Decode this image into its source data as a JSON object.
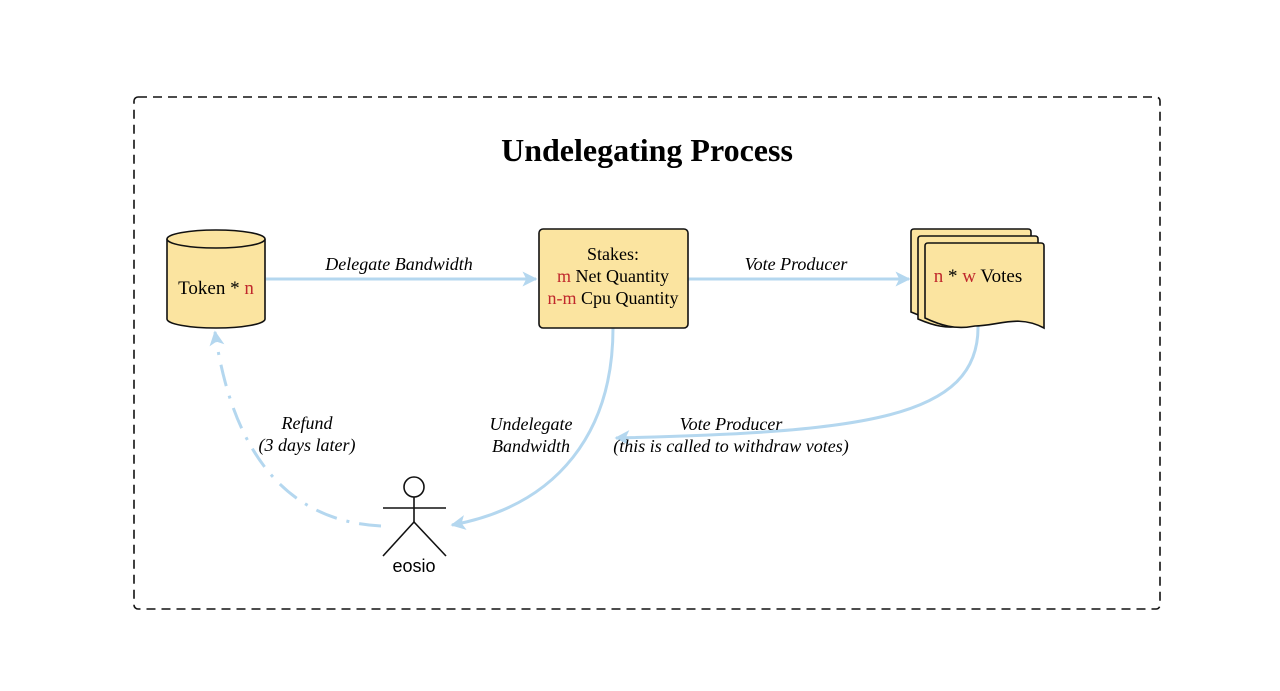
{
  "title": "Undelegating Process",
  "token": {
    "label": "Token * ",
    "var": "n"
  },
  "stakes": {
    "heading": "Stakes:",
    "line1_var": "m",
    "line1_text": " Net Quantity",
    "line2_var": "n-m",
    "line2_text": " Cpu Quantity"
  },
  "votes": {
    "var1": "n",
    "mid": " * ",
    "var2": "w",
    "text": " Votes"
  },
  "arrows": {
    "delegate": "Delegate Bandwidth",
    "vote": "Vote Producer",
    "undelegate_1": "Undelegate",
    "undelegate_2": "Bandwidth",
    "withdraw_1": "Vote Producer",
    "withdraw_2": "(this is called to withdraw votes)",
    "refund_1": "Refund",
    "refund_2": "(3 days later)"
  },
  "actor": {
    "label": "eosio"
  },
  "colors": {
    "box_fill": "#fbe4a0",
    "arrow": "#b4d7ef",
    "variable_text": "#c0282c"
  }
}
